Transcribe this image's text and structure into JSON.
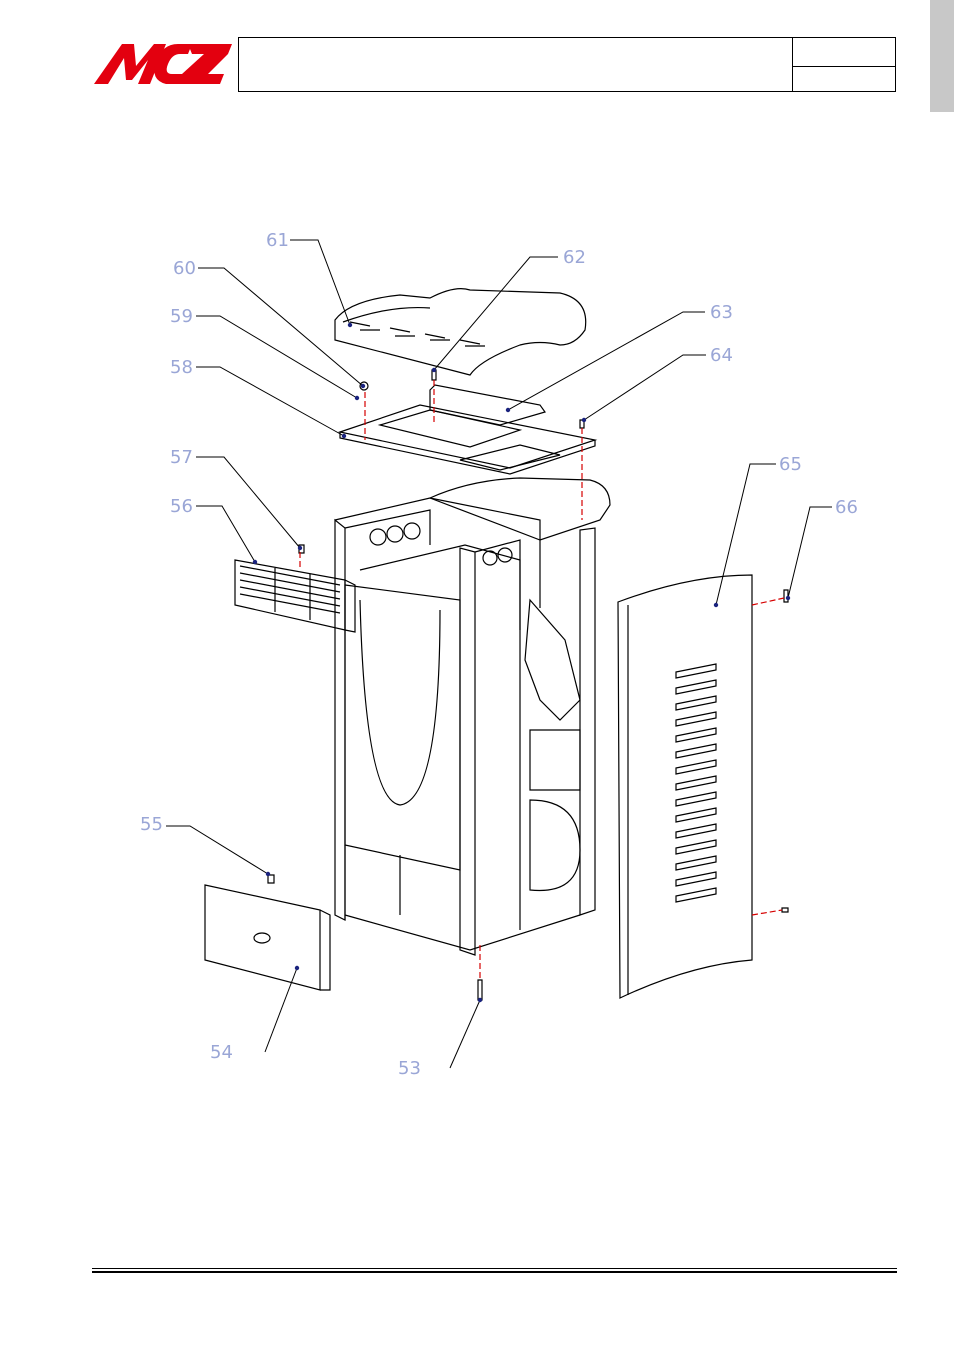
{
  "brand": {
    "logo_text": "MCZ",
    "logo_color": "#e3000f"
  },
  "header": {
    "title": "",
    "code": "",
    "page": ""
  },
  "diagram": {
    "part_labels": [
      "53",
      "54",
      "55",
      "56",
      "57",
      "58",
      "59",
      "60",
      "61",
      "62",
      "63",
      "64",
      "65",
      "66"
    ],
    "leader_color": "#000000",
    "label_color": "#9aa6d6",
    "dowel_color": "#d60000",
    "dot_color": "#1a237e"
  }
}
